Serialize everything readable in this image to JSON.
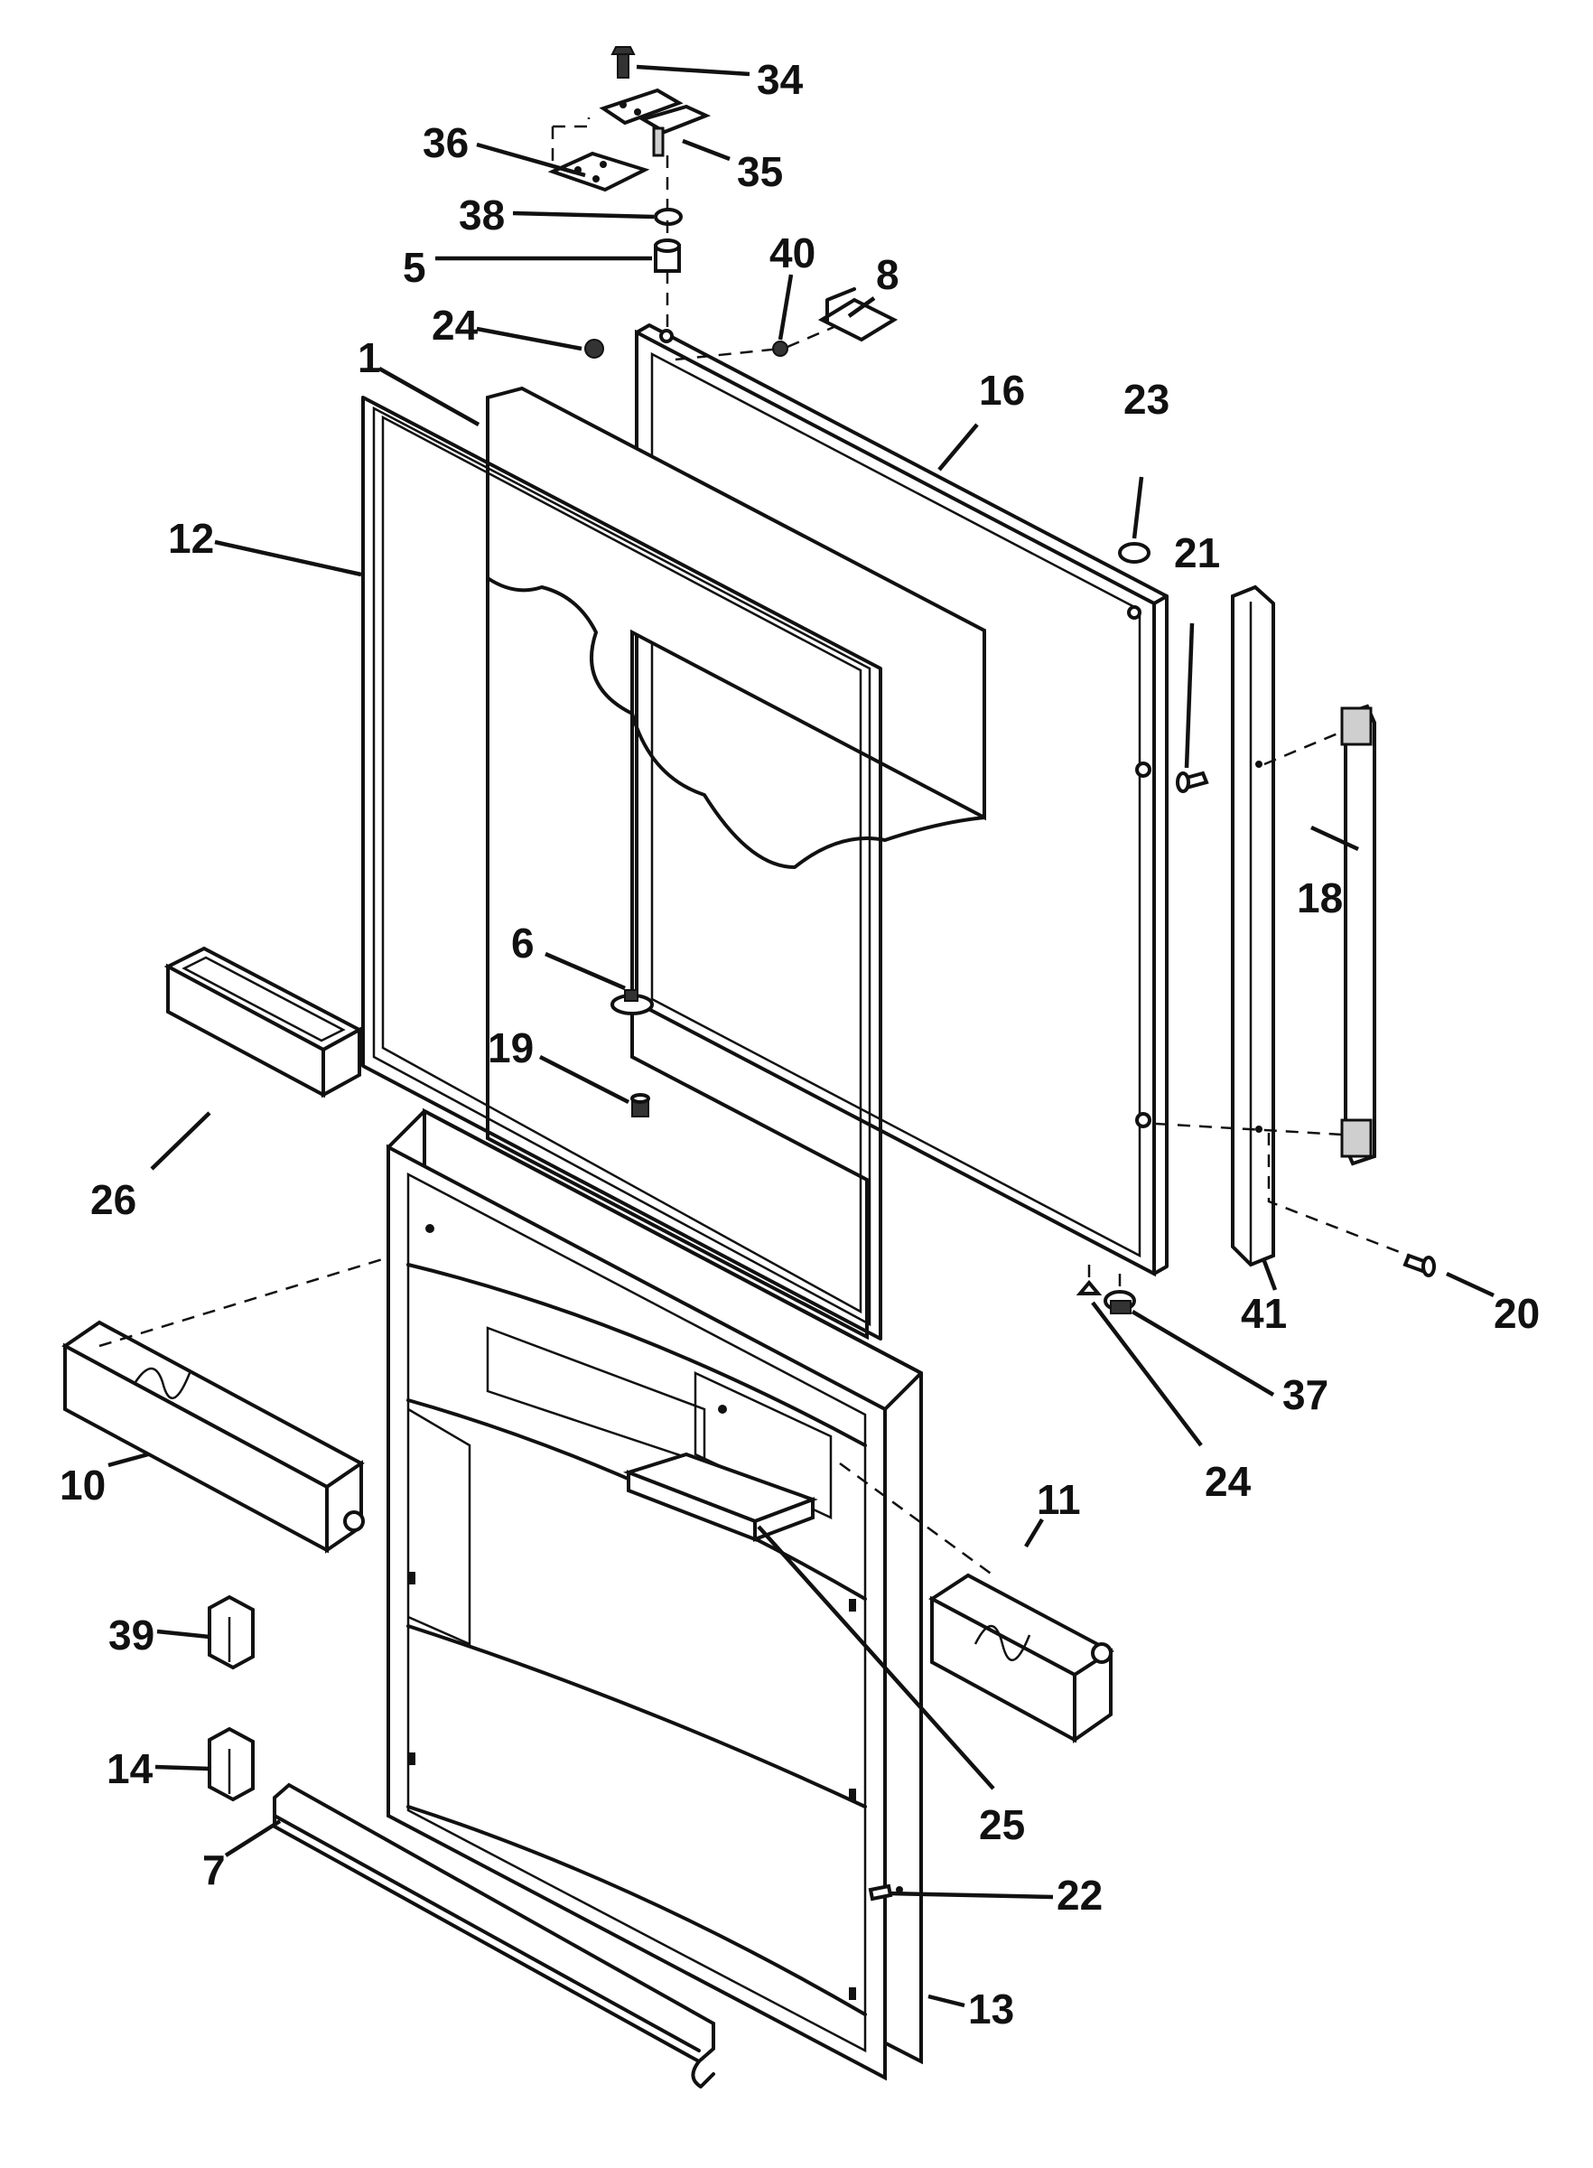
{
  "diagram": {
    "callouts": [
      {
        "id": "c34",
        "label": "34"
      },
      {
        "id": "c36",
        "label": "36"
      },
      {
        "id": "c35",
        "label": "35"
      },
      {
        "id": "c38",
        "label": "38"
      },
      {
        "id": "c5",
        "label": "5"
      },
      {
        "id": "c40",
        "label": "40"
      },
      {
        "id": "c8",
        "label": "8"
      },
      {
        "id": "c24a",
        "label": "24"
      },
      {
        "id": "c1",
        "label": "1"
      },
      {
        "id": "c16",
        "label": "16"
      },
      {
        "id": "c23",
        "label": "23"
      },
      {
        "id": "c12",
        "label": "12"
      },
      {
        "id": "c21",
        "label": "21"
      },
      {
        "id": "c18",
        "label": "18"
      },
      {
        "id": "c6",
        "label": "6"
      },
      {
        "id": "c19",
        "label": "19"
      },
      {
        "id": "c26",
        "label": "26"
      },
      {
        "id": "c41",
        "label": "41"
      },
      {
        "id": "c20",
        "label": "20"
      },
      {
        "id": "c37",
        "label": "37"
      },
      {
        "id": "c24b",
        "label": "24"
      },
      {
        "id": "c10",
        "label": "10"
      },
      {
        "id": "c11",
        "label": "11"
      },
      {
        "id": "c39",
        "label": "39"
      },
      {
        "id": "c25",
        "label": "25"
      },
      {
        "id": "c14",
        "label": "14"
      },
      {
        "id": "c22",
        "label": "22"
      },
      {
        "id": "c7",
        "label": "7"
      },
      {
        "id": "c13",
        "label": "13"
      }
    ]
  }
}
